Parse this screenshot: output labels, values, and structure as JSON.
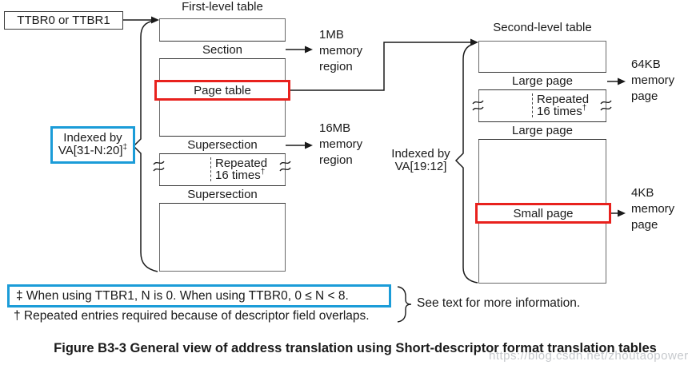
{
  "diagram": {
    "ttbr_box": "TTBR0 or TTBR1",
    "first_level": {
      "title": "First-level table",
      "rows": {
        "section": "Section",
        "page_table": "Page table",
        "supersection1": "Supersection",
        "supersection2": "Supersection"
      },
      "repeated": {
        "line1": "Repeated",
        "line2": "16 times",
        "sup": "†"
      },
      "indexed": {
        "line1": "Indexed by",
        "line2": "VA[31-N:20]",
        "sup": "‡"
      },
      "outputs": {
        "section": [
          "1MB",
          "memory",
          "region"
        ],
        "supersection": [
          "16MB",
          "memory",
          "region"
        ]
      }
    },
    "second_level": {
      "title": "Second-level table",
      "rows": {
        "large_page1": "Large page",
        "large_page2": "Large page",
        "small_page": "Small page"
      },
      "repeated": {
        "line1": "Repeated",
        "line2": "16 times",
        "sup": "†"
      },
      "indexed": {
        "line1": "Indexed by",
        "line2": "VA[19:12]"
      },
      "outputs": {
        "large_page": [
          "64KB",
          "memory",
          "page"
        ],
        "small_page": [
          "4KB",
          "memory",
          "page"
        ]
      }
    },
    "footnotes": {
      "note_ddagger": "‡ When using TTBR1, N is 0. When using TTBR0, 0 ≤ N < 8.",
      "note_dagger": "† Repeated entries required because of descriptor field overlaps.",
      "see_text": "See text for more information."
    },
    "caption": "Figure B3-3 General view of address translation using Short-descriptor format translation tables",
    "watermark": "https://blog.csdn.net/zhoutaopower",
    "colors": {
      "highlight_red": "#e8211d",
      "highlight_blue": "#1b9cd8",
      "table_line": "#6a6a6a",
      "ink": "#1a1a1a"
    }
  }
}
